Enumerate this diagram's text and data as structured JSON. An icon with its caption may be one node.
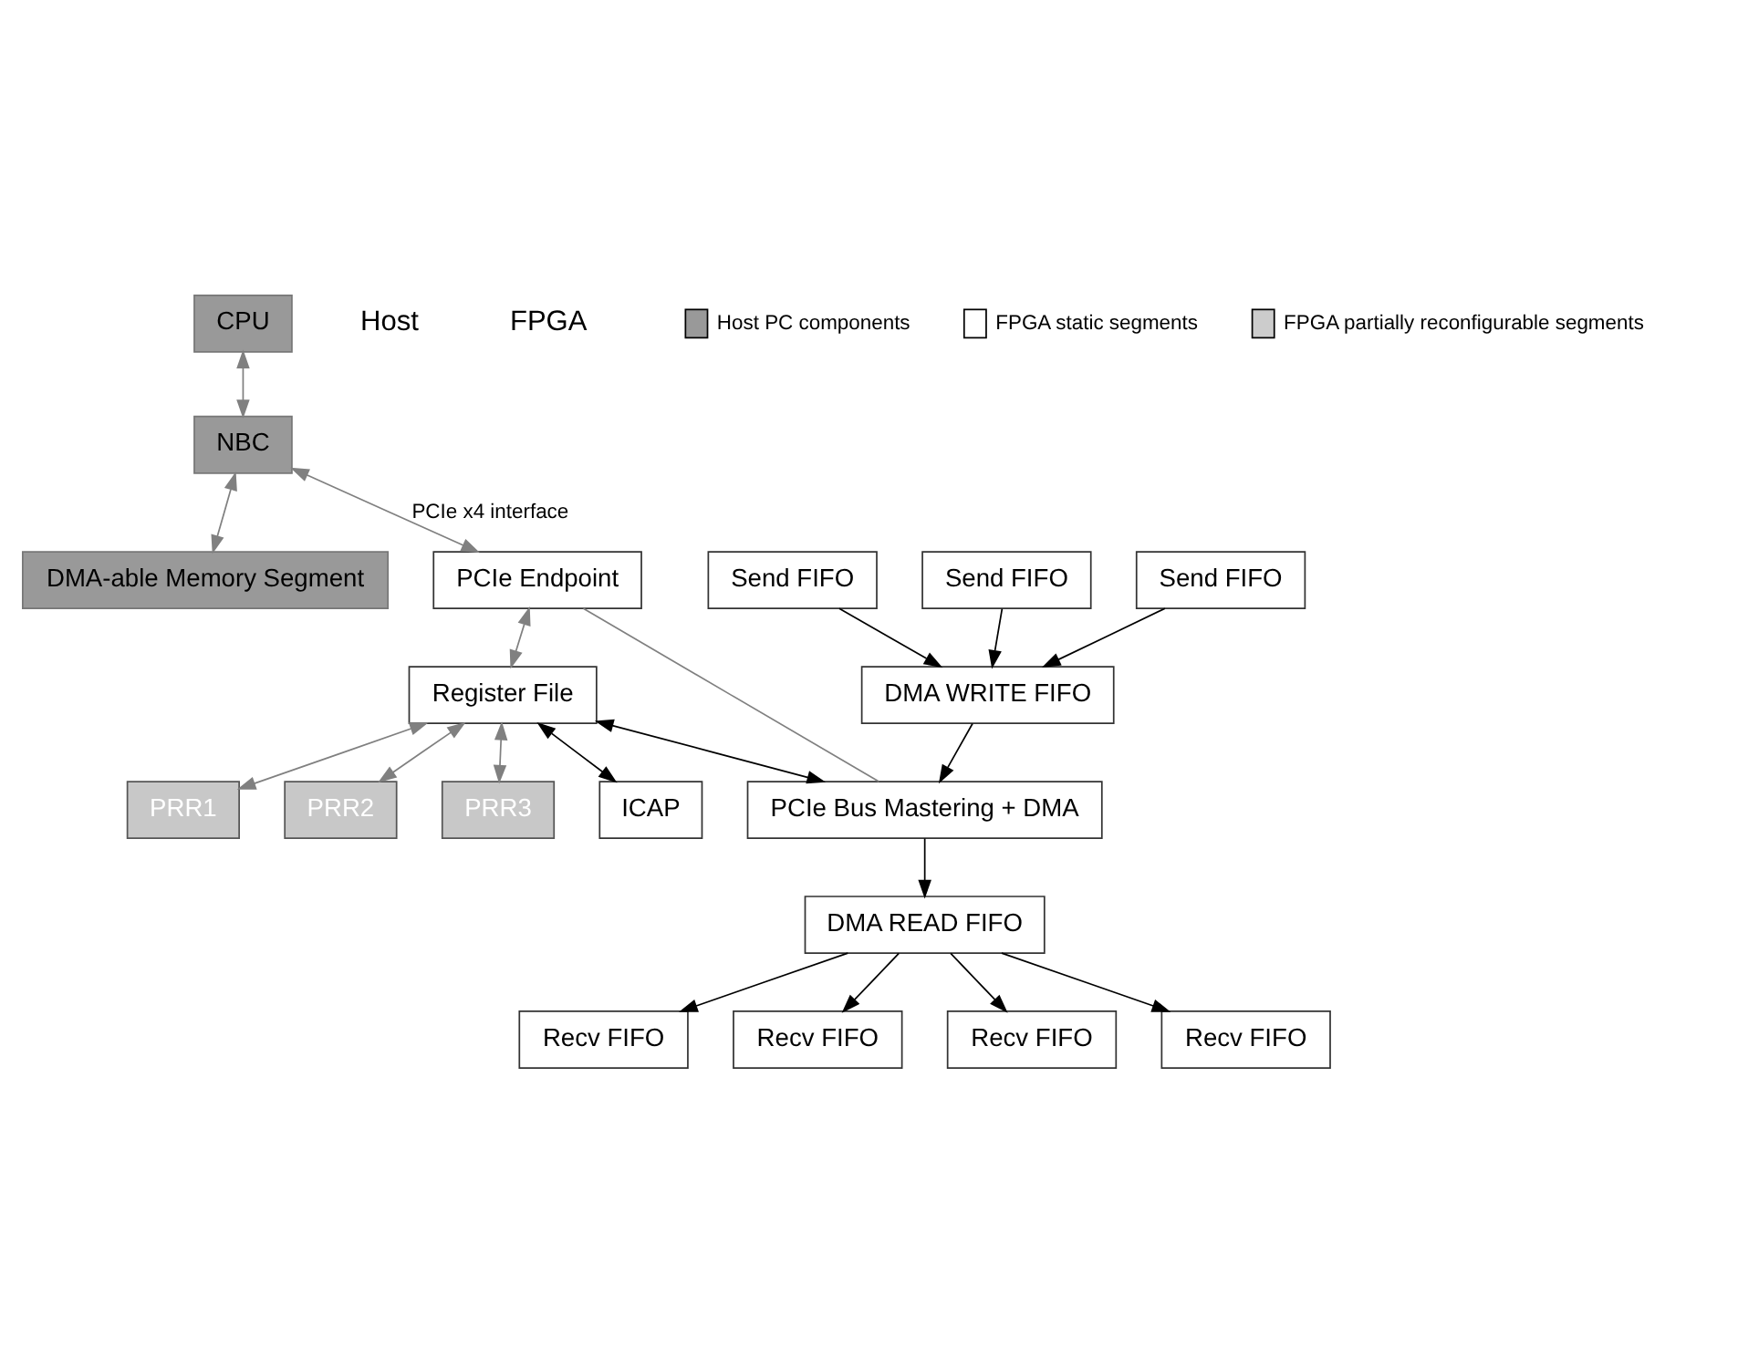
{
  "diagram": {
    "nodes": [
      {
        "text": [
          "CPU"
        ]
      },
      {
        "text": [
          "NBC"
        ]
      },
      {
        "text": [
          "DMA-able Memory Segment"
        ]
      },
      {
        "text": [
          "PCIe Endpoint"
        ]
      },
      {
        "text": [
          "Register File"
        ]
      },
      {
        "text": [
          "PCIe Bus Mastering + DMA"
        ]
      },
      {
        "text": [
          "DMA READ FIFO"
        ]
      },
      {
        "text": [
          "DMA WRITE FIFO"
        ]
      },
      {
        "text": [
          "Send FIFO"
        ]
      },
      {
        "text": [
          "PRR1"
        ]
      },
      {
        "text": [
          "Recv FIFO"
        ]
      },
      {
        "text": [
          "Send FIFO"
        ]
      },
      {
        "text": [
          "PRR2"
        ]
      },
      {
        "text": [
          "Recv FIFO"
        ]
      },
      {
        "text": [
          "Send FIFO"
        ]
      },
      {
        "text": [
          "PRR3"
        ]
      },
      {
        "text": [
          "Recv FIFO"
        ]
      },
      {
        "text": [
          "ICAP"
        ]
      },
      {
        "text": [
          "Recv FIFO"
        ]
      }
    ],
    "edges": [
      {
        "from": 0,
        "to": 1,
        "arrow": "both",
        "color": "#808080"
      },
      {
        "from": 1,
        "to": 2,
        "arrow": "both",
        "color": "#808080"
      },
      {
        "from": 1,
        "to": 3,
        "arrow": "both",
        "color": "#808080",
        "label": "PCIe x4 interface"
      },
      {
        "from": 3,
        "to": 4,
        "arrow": "both",
        "color": "#808080"
      },
      {
        "from": 3,
        "to": 5,
        "arrow": "none",
        "color": "#808080"
      },
      {
        "from": 4,
        "to": 5,
        "arrow": "both"
      },
      {
        "from": 4,
        "to": 17,
        "arrow": "both"
      },
      {
        "from": 4,
        "to": 9,
        "arrow": "both",
        "color": "#808080"
      },
      {
        "from": 4,
        "to": 12,
        "arrow": "both",
        "color": "#808080"
      },
      {
        "from": 4,
        "to": 15,
        "arrow": "both",
        "color": "#808080"
      },
      {
        "from": 5,
        "to": 6,
        "arrow": "to"
      },
      {
        "from": 7,
        "to": 5,
        "arrow": "to"
      },
      {
        "from": 8,
        "to": 7,
        "arrow": "to"
      },
      {
        "from": 11,
        "to": 7,
        "arrow": "to"
      },
      {
        "from": 14,
        "to": 7,
        "arrow": "to"
      },
      {
        "from": 6,
        "to": 10,
        "arrow": "to"
      },
      {
        "from": 6,
        "to": 13,
        "arrow": "to"
      },
      {
        "from": 6,
        "to": 16,
        "arrow": "to"
      },
      {
        "from": 6,
        "to": 18,
        "arrow": "to"
      }
    ],
    "labels": [
      "Host",
      "FPGA"
    ],
    "legend": [
      {
        "text": "Host PC components",
        "color": "#999999"
      },
      {
        "text": "FPGA static segments",
        "color": "#ffffff"
      },
      {
        "text": "FPGA partially reconfigurable segments",
        "color": "#cccccc"
      }
    ]
  }
}
